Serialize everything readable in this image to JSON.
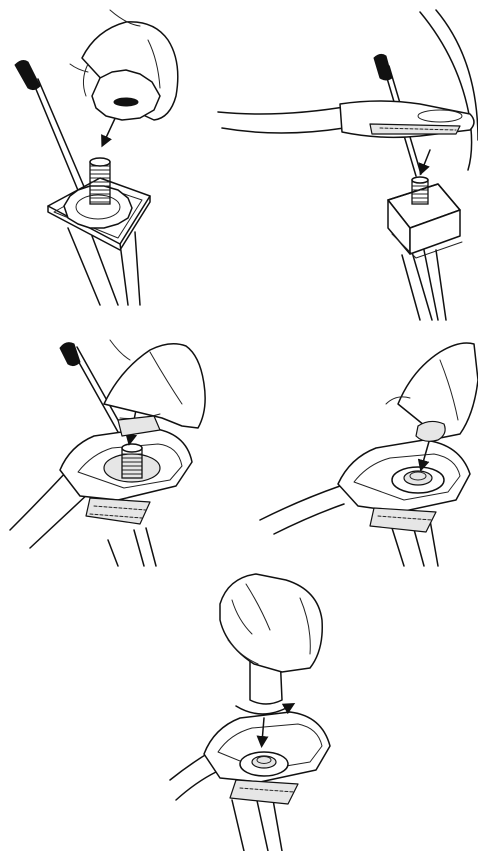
{
  "figure": {
    "steps": [
      {
        "id": "step-1",
        "icon": "washer-placement"
      },
      {
        "id": "step-2",
        "icon": "seat-clamp-placement"
      },
      {
        "id": "step-3",
        "icon": "washer-insertion"
      },
      {
        "id": "step-4",
        "icon": "nut-placement"
      },
      {
        "id": "step-5",
        "icon": "tighten-with-wrench"
      }
    ],
    "line_color": "#111111",
    "background": "#ffffff"
  }
}
